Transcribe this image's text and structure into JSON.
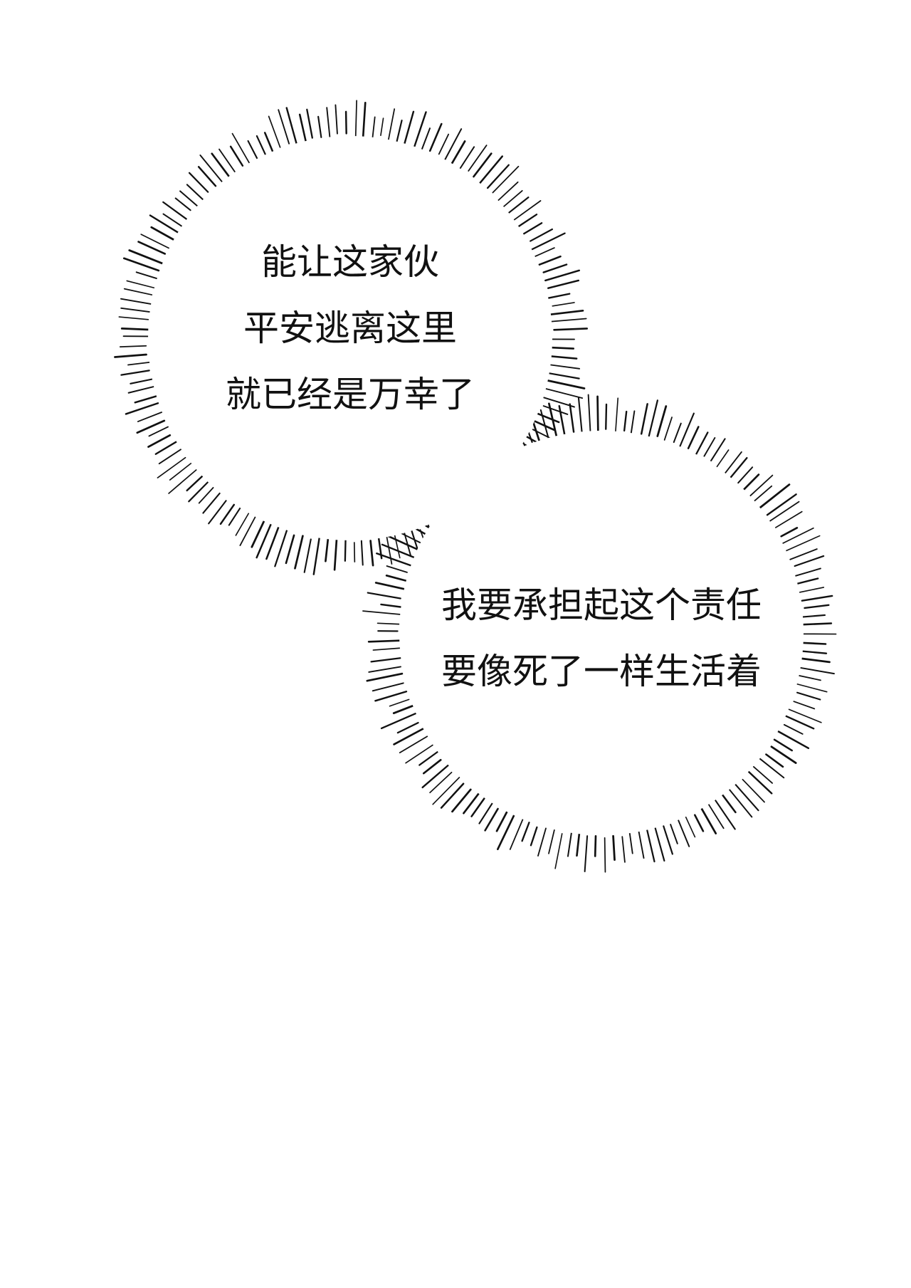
{
  "bubbles": [
    {
      "lines": [
        "能让这家伙",
        "平安逃离这里",
        "就已经是万幸了"
      ]
    },
    {
      "lines": [
        "我要承担起这个责任",
        "要像死了一样生活着"
      ]
    }
  ],
  "colors": {
    "background": "#ffffff",
    "ink": "#111111"
  }
}
